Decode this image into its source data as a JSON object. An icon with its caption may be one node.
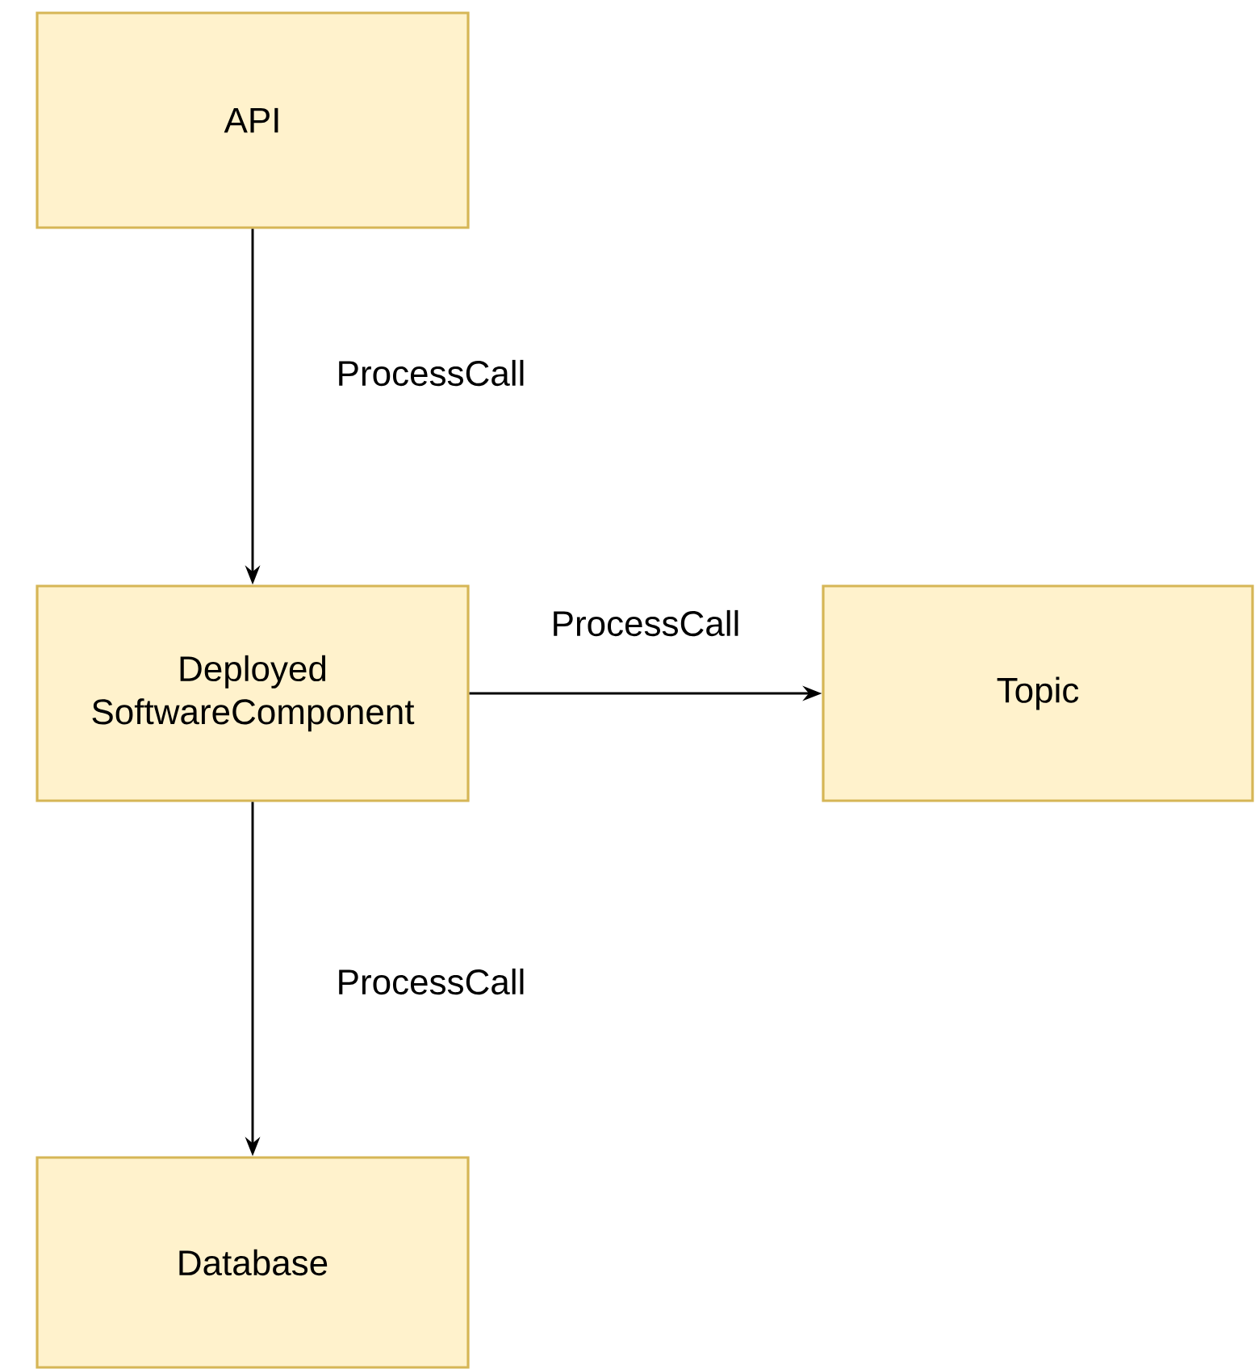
{
  "diagram": {
    "nodes": [
      {
        "text": [
          "API"
        ]
      },
      {
        "text": [
          "Deployed SoftwareComponent"
        ]
      },
      {
        "text": [
          "Topic"
        ]
      },
      {
        "text": [
          "Database"
        ]
      }
    ],
    "edges": [
      {
        "from": 0,
        "to": 1,
        "arrow": "to",
        "label": "ProcessCall"
      },
      {
        "from": 1,
        "to": 2,
        "arrow": "to",
        "label": "ProcessCall"
      },
      {
        "from": 1,
        "to": 3,
        "arrow": "to",
        "label": "ProcessCall"
      }
    ]
  }
}
